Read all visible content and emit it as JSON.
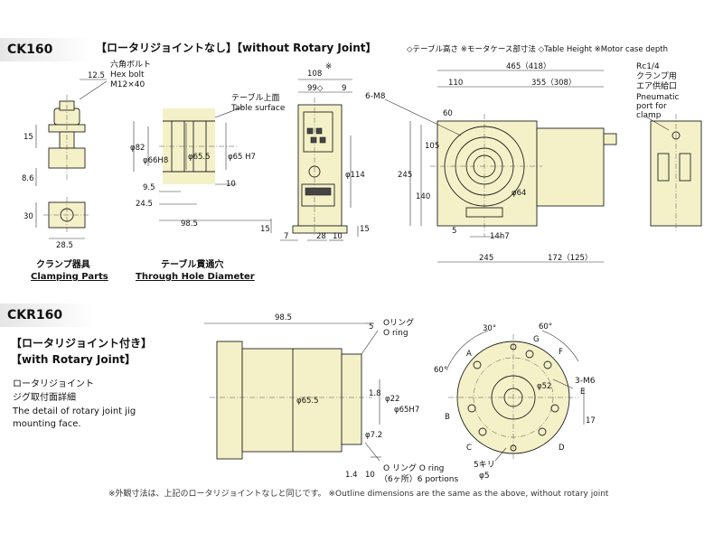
{
  "ck160": {
    "tag": "CK160",
    "header": "【ロータリジョイントなし】【without Rotary Joint】",
    "legend": "◇テーブル高さ ※モータケース部寸法 ◇Table Height ※Motor case depth",
    "clamp_caption_jp": "クランプ器具",
    "clamp_caption_en": "Clamping Parts",
    "hole_caption_jp": "テーブル貫通穴",
    "hole_caption_en": "Through Hole Diameter",
    "hexbolt_jp": "六角ボルト",
    "hexbolt_en": "Hex bolt",
    "hexbolt_size": "M12×40",
    "table_surface_jp": "テーブル上面",
    "table_surface_en": "Table surface",
    "rc_label": "Rc1/4",
    "clamp_supply_jp1": "クランプ用",
    "clamp_supply_jp2": "エア供給口",
    "pneumatic_en1": "Pneumatic",
    "pneumatic_en2": "port for",
    "pneumatic_en3": "clamp",
    "m8_label": "6-M8",
    "dims": {
      "d12_5": "12.5",
      "d15": "15",
      "d8_6": "8.6",
      "d30": "30",
      "d28_5": "28.5",
      "d82": "φ82",
      "d66h8": "φ66H8",
      "d65_5": "φ65.5",
      "d65h7": "φ65 H7",
      "d9_5": "9.5",
      "d24_5": "24.5",
      "d10a": "10",
      "d98_5": "98.5",
      "d108": "108",
      "dstar": "※",
      "d99": "99◇",
      "d9": "9",
      "d114": "φ114",
      "d15b": "15",
      "d7": "7",
      "d28": "28",
      "d10b": "10",
      "d15c": "15",
      "d465": "465（418）",
      "d110": "110",
      "d355": "355（308）",
      "d60": "60",
      "d105": "105",
      "d245v": "245",
      "d140": "140",
      "d64": "φ64",
      "d5": "5",
      "d14h7": "14h7",
      "d245h": "245",
      "d172": "172（125）"
    }
  },
  "ckr160": {
    "tag": "CKR160",
    "header_line1": "【ロータリジョイント付き】",
    "header_line2": "【with Rotary Joint】",
    "desc_jp1": "ロータリジョイント",
    "desc_jp2": "ジグ取付面詳細",
    "desc_en1": "The detail of rotary joint jig",
    "desc_en2": "mounting face.",
    "oring_jp": "Oリング",
    "oring_en": "O ring",
    "oring_bottom": "O リング O ring",
    "portions": "（6ヶ所）6 portions",
    "kiri": "5キリ",
    "phi5": "φ5",
    "m6": "3-M6",
    "ports": [
      "A",
      "B",
      "C",
      "D",
      "E",
      "F",
      "G"
    ],
    "dims": {
      "d98_5": "98.5",
      "d5": "5",
      "d65_5": "φ65.5",
      "d1_8": "1.8",
      "d22": "φ22",
      "d65h7": "φ65H7",
      "d7_2": "φ7.2",
      "d1_4": "1.4",
      "d10": "10",
      "a30": "30°",
      "a60a": "60°",
      "a60b": "60°",
      "d52": "φ52",
      "d17": "17"
    }
  },
  "footnote": "※外観寸法は、上記のロータリジョイントなしと同じです。 ※Outline dimensions are the same as the above, without rotary joint"
}
